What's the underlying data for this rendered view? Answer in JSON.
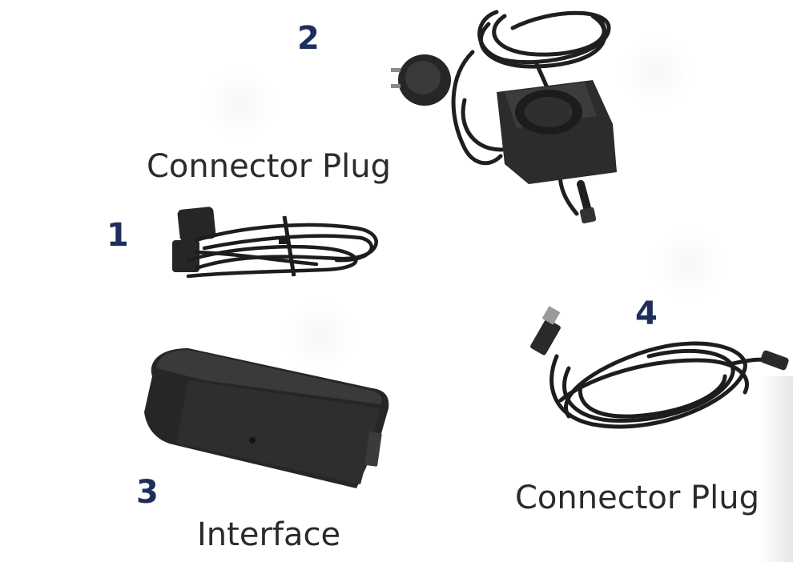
{
  "items": [
    {
      "number": "1",
      "name": "cable",
      "caption": ""
    },
    {
      "number": "2",
      "name": "power-adapter",
      "caption": "Connector Plug"
    },
    {
      "number": "3",
      "name": "interface-box",
      "caption": "Interface"
    },
    {
      "number": "4",
      "name": "usb-cable",
      "caption": "Connector Plug"
    }
  ],
  "colors": {
    "number_text": "#1e2e5c",
    "caption_text": "#2b2b2b",
    "background": "#ffffff",
    "device_body": "#2a2a2a"
  }
}
